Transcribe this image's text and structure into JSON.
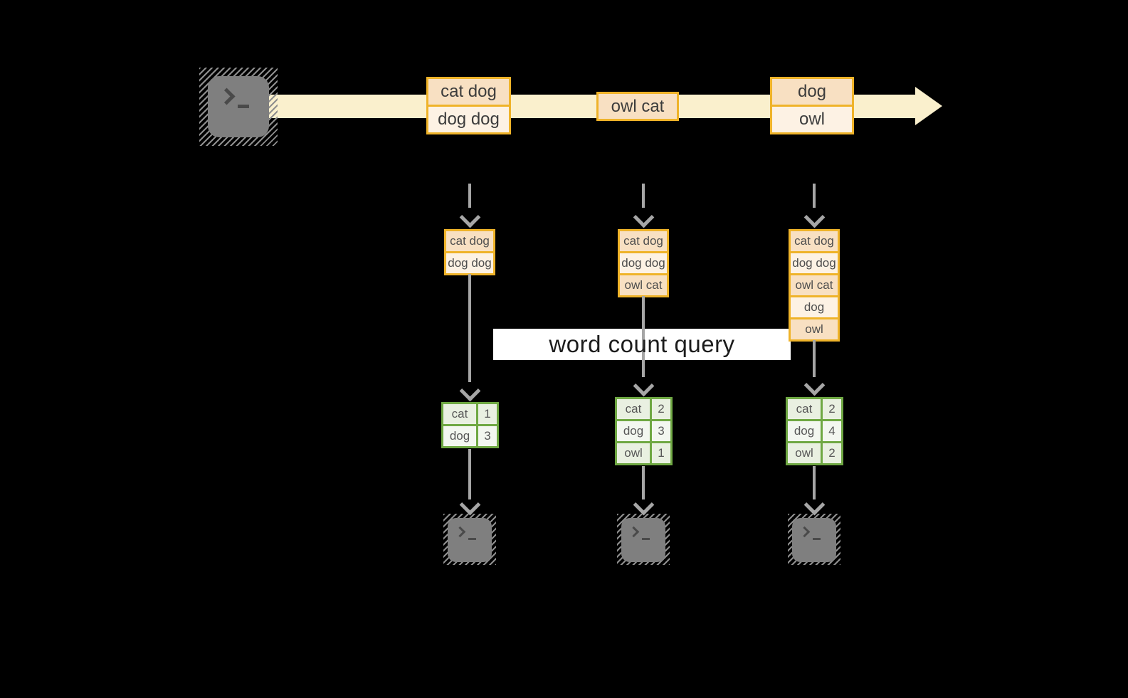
{
  "query_label": "word count query",
  "stream": {
    "batches": [
      [
        "cat dog",
        "dog dog"
      ],
      [
        "owl cat"
      ],
      [
        "dog",
        "owl"
      ]
    ]
  },
  "columns": [
    {
      "inputs": [
        "cat dog",
        "dog dog"
      ],
      "counts": [
        [
          "cat",
          "1"
        ],
        [
          "dog",
          "3"
        ]
      ]
    },
    {
      "inputs": [
        "cat dog",
        "dog dog",
        "owl cat"
      ],
      "counts": [
        [
          "cat",
          "2"
        ],
        [
          "dog",
          "3"
        ],
        [
          "owl",
          "1"
        ]
      ]
    },
    {
      "inputs": [
        "cat dog",
        "dog dog",
        "owl cat",
        "dog",
        "owl"
      ],
      "counts": [
        [
          "cat",
          "2"
        ],
        [
          "dog",
          "4"
        ],
        [
          "owl",
          "2"
        ]
      ]
    }
  ],
  "icons": {
    "source": "terminal-icon",
    "sinks": [
      "terminal-icon",
      "terminal-icon",
      "terminal-icon"
    ]
  },
  "colors": {
    "background": "#000000",
    "stream_band": "#FAF0CD",
    "box_border": "#EFB329",
    "cell_peach": "#F8E0C2",
    "cell_cream": "#FDF2E4",
    "table_border": "#6FA843",
    "table_row_green": "#E9F0E1",
    "table_row_light": "#F3F7F0",
    "arrow_gray": "#A6A6A6",
    "terminal_gray": "#7F7F7F",
    "query_band": "#FFFFFF"
  }
}
